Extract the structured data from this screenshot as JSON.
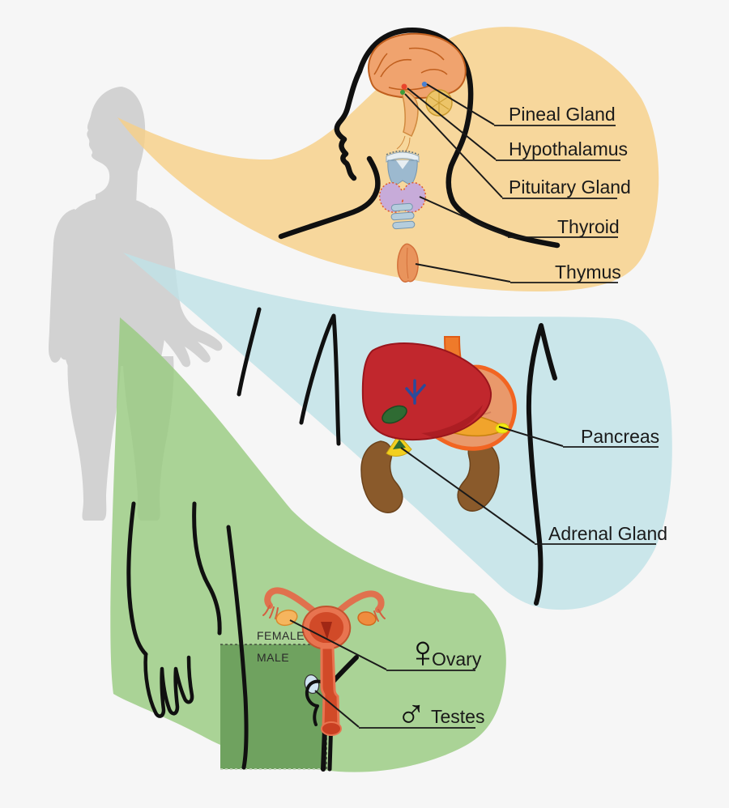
{
  "diagram": {
    "type": "anatomy-endocrine-system",
    "regions": [
      {
        "name": "head-neck",
        "color": "#f7d69c",
        "glands": [
          "Pineal Gland",
          "Hypothalamus",
          "Pituitary Gland",
          "Thyroid",
          "Thymus"
        ]
      },
      {
        "name": "abdomen",
        "color": "#c9e6ea",
        "glands": [
          "Pancreas",
          "Adrenal Gland"
        ]
      },
      {
        "name": "pelvis",
        "color": "#a9d395",
        "glands": [
          "Ovary",
          "Testes"
        ],
        "insets": [
          "FEMALE",
          "MALE"
        ]
      }
    ]
  },
  "labels": {
    "pineal": "Pineal Gland",
    "hypothalamus": "Hypothalamus",
    "pituitary": "Pituitary Gland",
    "thyroid": "Thyroid",
    "thymus": "Thymus",
    "pancreas": "Pancreas",
    "adrenal": "Adrenal Gland",
    "ovary": "Ovary",
    "testes": "Testes",
    "female": "FEMALE",
    "male": "MALE"
  },
  "icons": {
    "female_symbol": "♀",
    "male_symbol": "♂"
  },
  "colors": {
    "background": "#f6f6f6",
    "silhouette": "#d2d2d2",
    "head_region": "#f7d69c",
    "abdomen_region": "#c9e6ea",
    "pelvis_region": "#a9d395",
    "male_inset": "#6fa25f",
    "line_art": "#101010",
    "brain": "#f0a36e",
    "liver": "#c1272d",
    "stomach": "#e9996b",
    "stomach_outline": "#f26522",
    "pancreas": "#f1a42c",
    "kidney": "#8a5a2b",
    "adrenal": "#f2cf1f",
    "thyroid_gland": "#c7abd9",
    "thymus": "#e9945c",
    "uterus": "#e87450",
    "ovary_organ": "#f6b55e",
    "testis_organ": "#cfe4f1"
  }
}
